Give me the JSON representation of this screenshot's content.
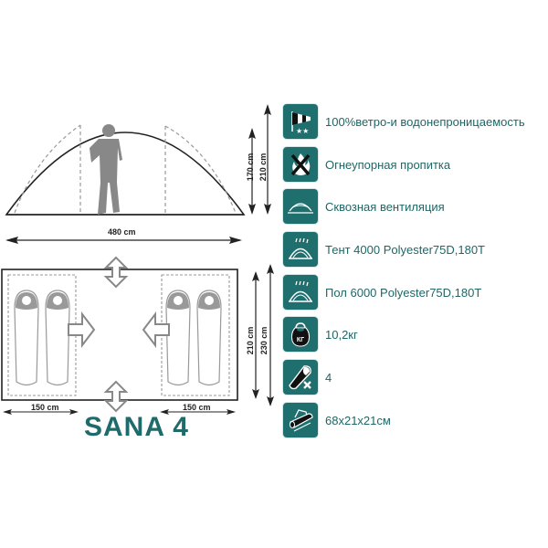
{
  "product": {
    "name": "SANA 4"
  },
  "side_view": {
    "width_label": "480 cm",
    "inner_height_label": "170 cm",
    "outer_height_label": "210 cm"
  },
  "floor_plan": {
    "left_vestibule_label": "150 cm",
    "right_vestibule_label": "150 cm",
    "inner_depth_label": "210 cm",
    "outer_depth_label": "230 cm",
    "sleeping_places": 4
  },
  "features": [
    {
      "icon": "windsock-icon",
      "text": "100%ветро-и водонепроницаемость"
    },
    {
      "icon": "no-fire-icon",
      "text": "Огнеупорная пропитка"
    },
    {
      "icon": "ventilation-icon",
      "text": "Сквозная вентиляция"
    },
    {
      "icon": "rain-tent-icon",
      "text": "Тент  4000  Polyester75D,180T"
    },
    {
      "icon": "rain-floor-icon",
      "text": "Пол  6000  Polyester75D,180T"
    },
    {
      "icon": "weight-icon",
      "text": "10,2кг"
    },
    {
      "icon": "sleeping-bag-icon",
      "text": "4"
    },
    {
      "icon": "bag-icon",
      "text": "68x21x21см"
    }
  ],
  "icon_labels": {
    "weight_badge": "КГ"
  },
  "colors": {
    "accent": "#1f6f6f",
    "text_accent": "#1f6666",
    "line": "#222222",
    "gray": "#8a8a8a"
  }
}
